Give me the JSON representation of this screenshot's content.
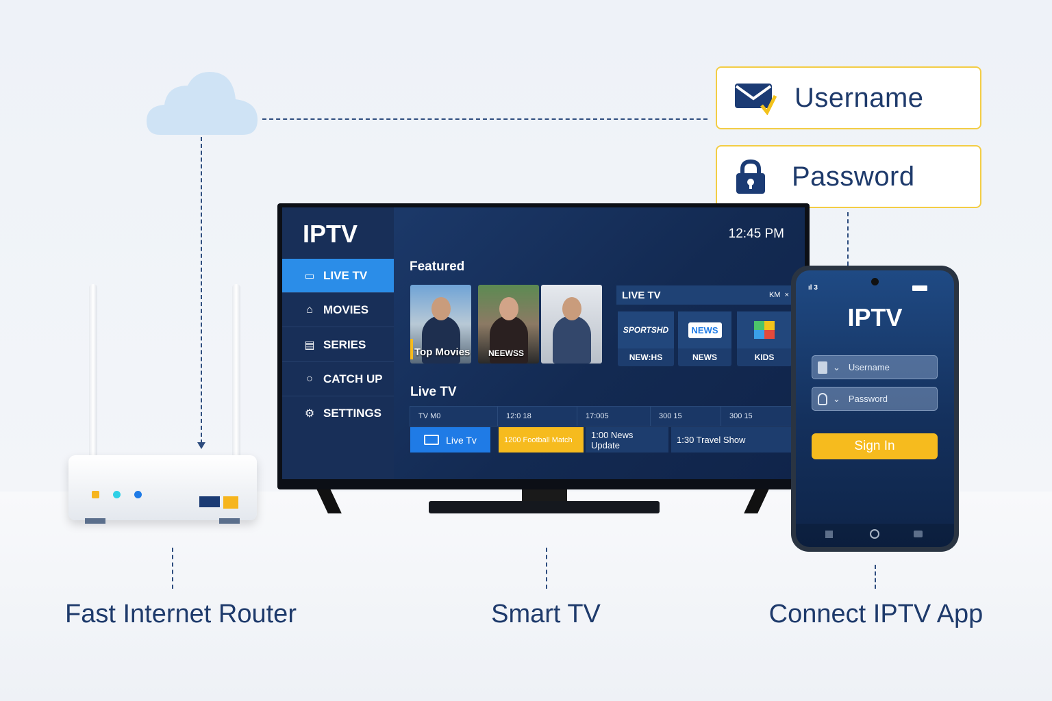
{
  "credentials": {
    "username_label": "Username",
    "password_label": "Password"
  },
  "tv": {
    "logo": "IPTV",
    "clock": "12:45 PM",
    "nav": [
      {
        "label": "LIVE TV",
        "icon": "tv-icon",
        "active": true
      },
      {
        "label": "MOVIES",
        "icon": "home-icon"
      },
      {
        "label": "SERIES",
        "icon": "clapperboard-icon"
      },
      {
        "label": "CATCH UP",
        "icon": "replay-icon"
      },
      {
        "label": "SETTINGS",
        "icon": "gear-icon"
      }
    ],
    "featured_title": "Featured",
    "thumbnails": [
      {
        "caption": "Top Movies"
      },
      {
        "caption": "NEEWSS"
      },
      {
        "caption": ""
      }
    ],
    "live_panel": {
      "title": "LIVE TV",
      "tag": "KM",
      "close": "×"
    },
    "channels": [
      {
        "label": "NEW:HS",
        "logo": "SPORTSHD"
      },
      {
        "label": "NEWS",
        "logo": "NEWS"
      },
      {
        "label": "KIDS",
        "logo": ""
      }
    ],
    "guide_title": "Live TV",
    "guide_header": [
      "TV M0",
      "12:0 18",
      "17:005",
      "300 15",
      "300 15"
    ],
    "guide_row": {
      "channel": "Live Tv",
      "programs": [
        "1200 Football Match",
        "1:00 News Update",
        "1:30 Travel Show"
      ]
    }
  },
  "phone": {
    "status_left": "ıl 3",
    "logo": "IPTV",
    "username_placeholder": "Username",
    "password_placeholder": "Password",
    "signin": "Sign In"
  },
  "labels": {
    "router": "Fast Internet Router",
    "tv": "Smart TV",
    "app": "Connect IPTV App"
  },
  "colors": {
    "accent_blue": "#2b8de8",
    "accent_yellow": "#f6bb1e",
    "navy": "#1e3a6b"
  }
}
